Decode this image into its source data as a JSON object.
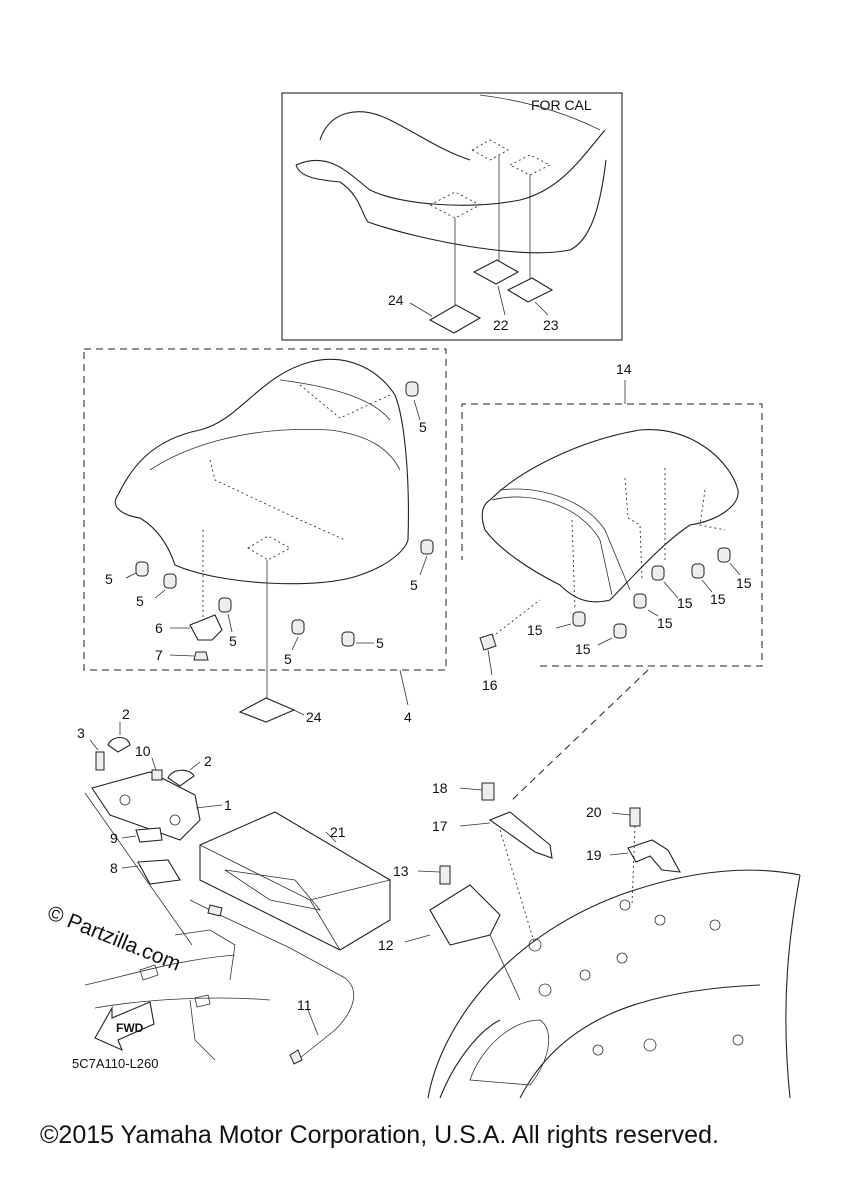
{
  "callout": {
    "for_cal": "FOR CAL"
  },
  "parts": {
    "p1": "1",
    "p2a": "2",
    "p2b": "2",
    "p3": "3",
    "p4": "4",
    "p5a": "5",
    "p5b": "5",
    "p5c": "5",
    "p5d": "5",
    "p5e": "5",
    "p5f": "5",
    "p5g": "5",
    "p6": "6",
    "p7": "7",
    "p8": "8",
    "p9": "9",
    "p10": "10",
    "p11": "11",
    "p12": "12",
    "p13": "13",
    "p14": "14",
    "p15a": "15",
    "p15b": "15",
    "p15c": "15",
    "p15d": "15",
    "p15e": "15",
    "p15f": "15",
    "p16": "16",
    "p17": "17",
    "p18": "18",
    "p19": "19",
    "p20": "20",
    "p21": "21",
    "p22": "22",
    "p23": "23",
    "p24a": "24",
    "p24b": "24"
  },
  "fwd_label": "FWD",
  "diagram_code": "5C7A110-L260",
  "watermark": "© Partzilla.com",
  "copyright": "©2015 Yamaha Motor Corporation, U.S.A. All rights reserved."
}
